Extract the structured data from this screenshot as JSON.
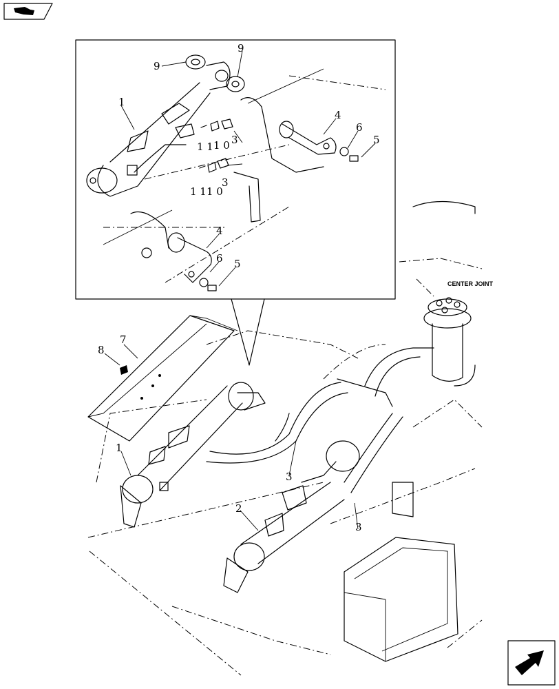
{
  "labels": {
    "center_joint": "CENTER JOINT"
  },
  "callouts": {
    "c1_top": "1",
    "c9_left": "9",
    "c9_right": "9",
    "c11_a": "1 1",
    "c10_a": "1 0",
    "c3_a": "3",
    "c11_b": "1 1",
    "c10_b": "1 0",
    "c3_b": "3",
    "c4_top": "4",
    "c6_top": "6",
    "c5_top": "5",
    "c4_bottom": "4",
    "c6_bottom": "6",
    "c5_bottom": "5",
    "c8": "8",
    "c7": "7",
    "c1_main": "1",
    "c2": "2",
    "c3_mid": "3",
    "c3_right": "3"
  },
  "icons": {
    "top_nav": "book-icon",
    "bottom_nav": "next-arrow-icon"
  }
}
